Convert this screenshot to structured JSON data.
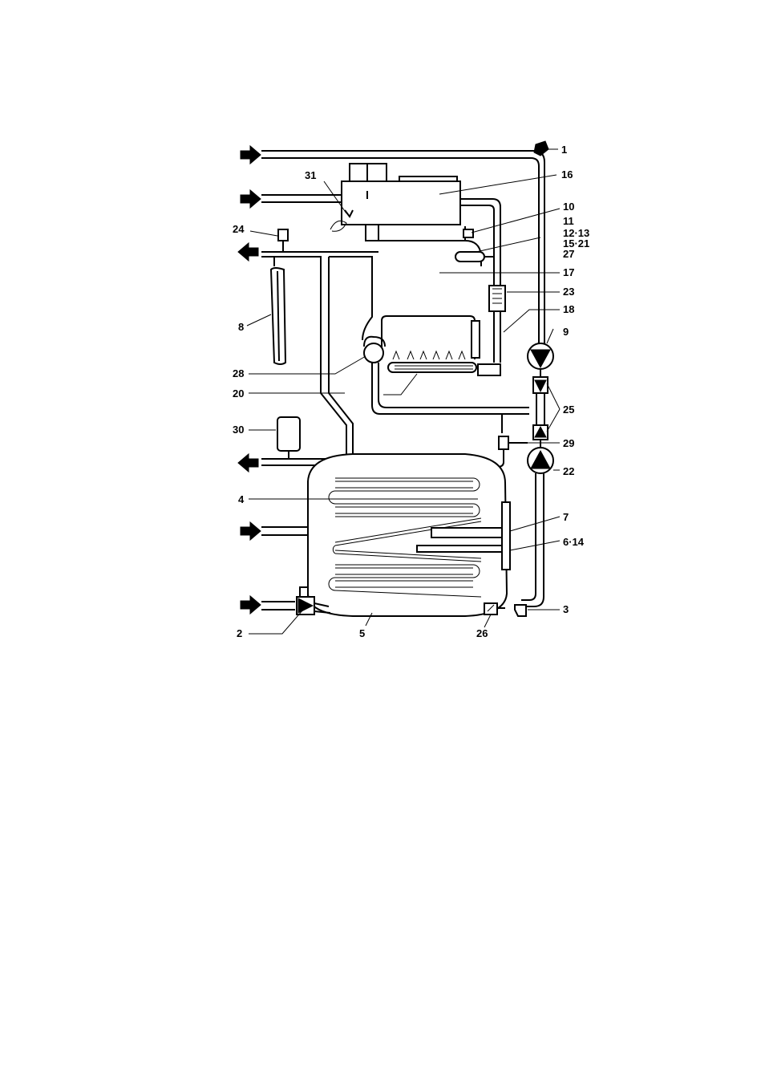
{
  "callouts": [
    {
      "id": "c1",
      "text": "1"
    },
    {
      "id": "c16",
      "text": "16"
    },
    {
      "id": "c31",
      "text": "31"
    },
    {
      "id": "c10",
      "text": "10"
    },
    {
      "id": "c11",
      "text": "11"
    },
    {
      "id": "c1213",
      "text": "12·13"
    },
    {
      "id": "c1521",
      "text": "15·21"
    },
    {
      "id": "c27",
      "text": "27"
    },
    {
      "id": "c24",
      "text": "24"
    },
    {
      "id": "c17",
      "text": "17"
    },
    {
      "id": "c23",
      "text": "23"
    },
    {
      "id": "c18",
      "text": "18"
    },
    {
      "id": "c8",
      "text": "8"
    },
    {
      "id": "c9",
      "text": "9"
    },
    {
      "id": "c28",
      "text": "28"
    },
    {
      "id": "c20",
      "text": "20"
    },
    {
      "id": "c25",
      "text": "25"
    },
    {
      "id": "c30",
      "text": "30"
    },
    {
      "id": "c29",
      "text": "29"
    },
    {
      "id": "c22",
      "text": "22"
    },
    {
      "id": "c4",
      "text": "4"
    },
    {
      "id": "c7",
      "text": "7"
    },
    {
      "id": "c614",
      "text": "6·14"
    },
    {
      "id": "c3",
      "text": "3"
    },
    {
      "id": "c2",
      "text": "2"
    },
    {
      "id": "c5",
      "text": "5"
    },
    {
      "id": "c26",
      "text": "26"
    }
  ]
}
